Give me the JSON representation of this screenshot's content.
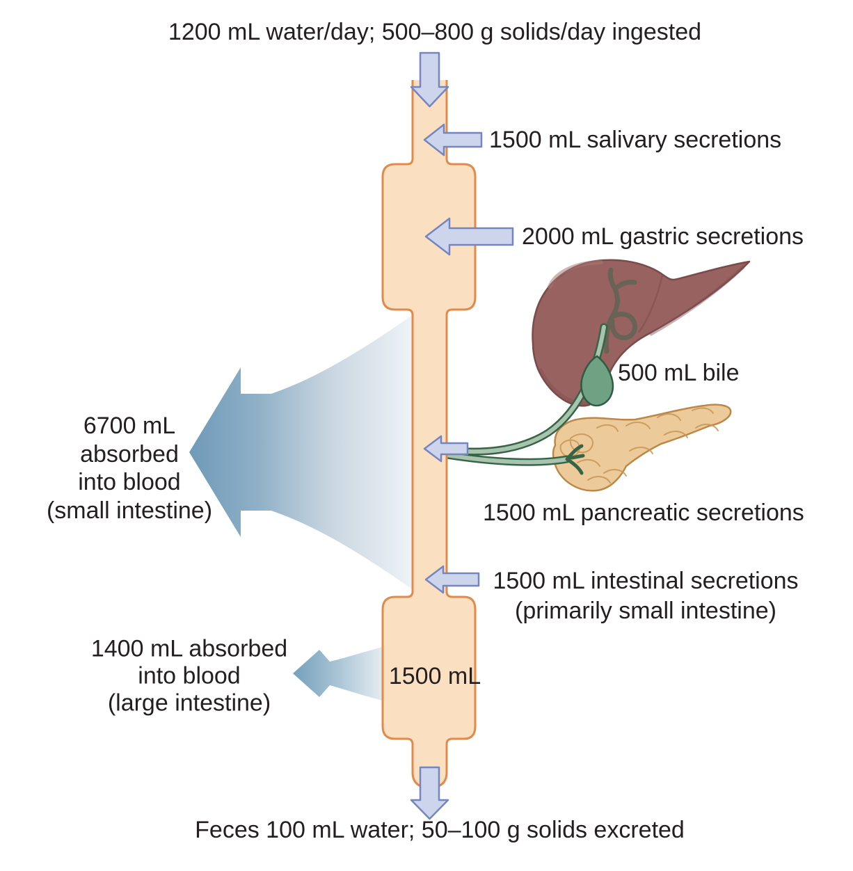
{
  "figure": {
    "title": "1200 mL water/day; 500–800 g solids/day ingested",
    "caption": "Feces 100 mL water; 50–100 g solids excreted"
  },
  "secretions": {
    "salivary": "1500 mL salivary secretions",
    "gastric": "2000 mL gastric secretions",
    "bile": "500 mL bile",
    "pancreatic": "1500 mL pancreatic secretions",
    "intestinal": {
      "line1": "1500 mL intestinal secretions",
      "line2": "(primarily small intestine)"
    }
  },
  "absorption": {
    "small": {
      "l1": "6700 mL",
      "l2": "absorbed",
      "l3": "into blood",
      "l4": "(small intestine)"
    },
    "large": {
      "l1": "1400 mL absorbed",
      "l2": "into blood",
      "l3": "(large intestine)"
    }
  },
  "colon": {
    "volume": "1500 mL"
  },
  "colors": {
    "tract_fill": "#fadfc1",
    "tract_outline": "#e18a49",
    "arrow_fill": "#ccd5ec",
    "arrow_outline": "#7585c0",
    "absorb_dark": "#6f9ab8",
    "absorb_light": "#f1f5f8",
    "liver_fill": "#97625f",
    "liver_outline": "#7a4b4b",
    "gallbladder_fill": "#6fa183",
    "duct_outline": "#356446",
    "duct_inner": "#a9c4ae",
    "pancreas_fill": "#ecca9a",
    "pancreas_line": "#c9985a",
    "text": "#231f20"
  }
}
